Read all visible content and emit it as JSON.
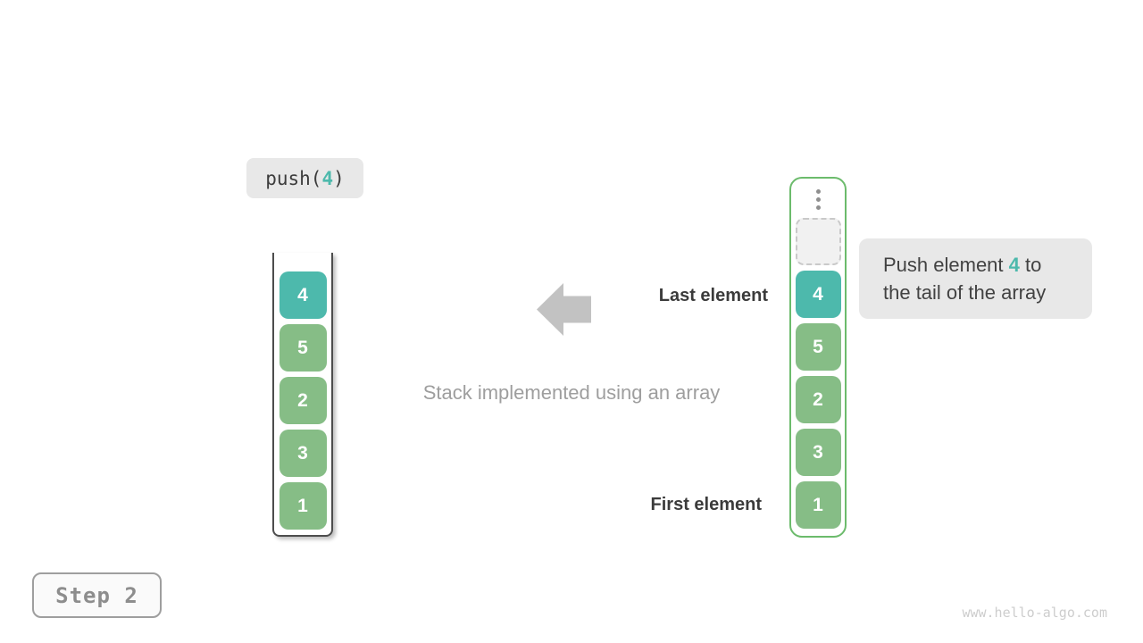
{
  "colors": {
    "teal_highlight": "#4db9ac",
    "green_cell": "#86bd86",
    "array_border_green": "#6cbb6c",
    "label_background": "#e8e8e8",
    "arrow_gray": "#c2c2c2",
    "dark_text": "#3b3b3b",
    "muted_text": "#9e9e9e"
  },
  "operation_label": {
    "prefix": "push(",
    "arg": "4",
    "suffix": ")"
  },
  "stack": {
    "items": [
      {
        "value": "4"
      },
      {
        "value": "5"
      },
      {
        "value": "2"
      },
      {
        "value": "3"
      },
      {
        "value": "1"
      }
    ]
  },
  "array": {
    "items": [
      {
        "value": "4"
      },
      {
        "value": "5"
      },
      {
        "value": "2"
      },
      {
        "value": "3"
      },
      {
        "value": "1"
      }
    ]
  },
  "annotations": {
    "last_element": "Last element",
    "first_element": "First element",
    "caption": "Stack implemented using an array"
  },
  "tooltip": {
    "line1_before": "Push element ",
    "highlight": "4",
    "line1_after": " to",
    "line2": "the tail of the array"
  },
  "step_badge": "Step 2",
  "watermark": "www.hello-algo.com"
}
